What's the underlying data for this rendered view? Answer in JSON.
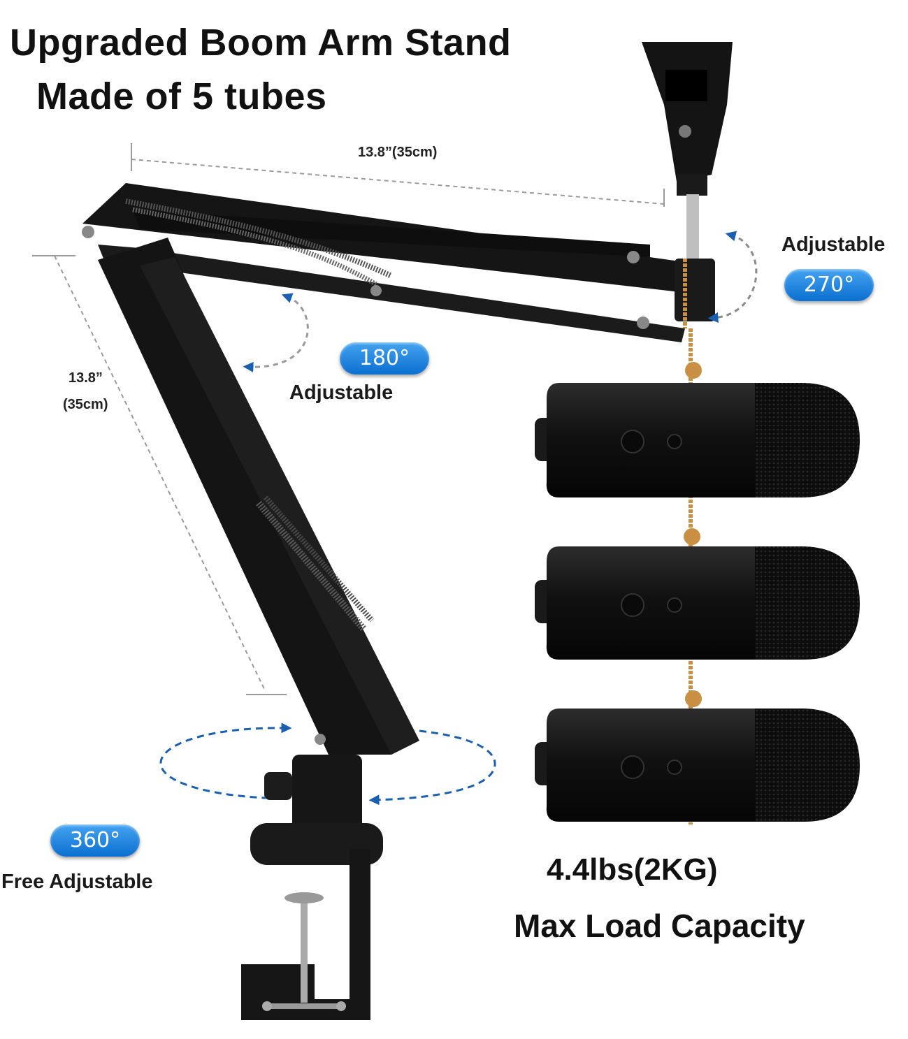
{
  "headline": {
    "line1": "Upgraded Boom Arm Stand",
    "line2": "Made of 5 tubes"
  },
  "dimensions": {
    "upper_arm": "13.8”(35cm)",
    "lower_arm_line1": "13.8”",
    "lower_arm_line2": "(35cm)"
  },
  "rotations": [
    {
      "angle": "270°",
      "label": "Adjustable"
    },
    {
      "angle": "180°",
      "label": "Adjustable"
    },
    {
      "angle": "360°",
      "label": "Free Adjustable"
    }
  ],
  "load": {
    "value": "4.4lbs(2KG)",
    "caption": "Max Load Capacity"
  },
  "colors": {
    "accent_blue": "#1f7fd8",
    "arrow_blue": "#1a5fb0",
    "metal_black": "#141414",
    "rope": "#c98f43"
  }
}
